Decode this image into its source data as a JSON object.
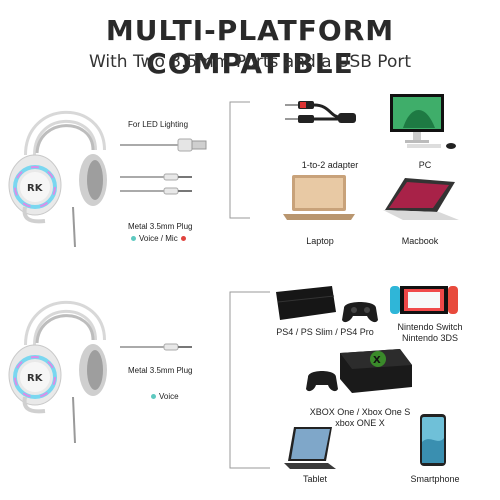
{
  "header": {
    "title": "MULTI-PLATFORM COMPATIBLE",
    "subtitle": "With Two 3.5mm Ports and a USB Port"
  },
  "top_section": {
    "led_label": "For LED Lighting",
    "plug_label": "Metal 3.5mm Plug",
    "voice_label": "Voice /",
    "mic_label": "Mic",
    "devices": [
      {
        "label": "1-to-2 adapter",
        "icon": "adapter-cable-icon"
      },
      {
        "label": "PC",
        "icon": "pc-monitor-icon"
      },
      {
        "label": "Laptop",
        "icon": "laptop-icon"
      },
      {
        "label": "Macbook",
        "icon": "macbook-icon"
      }
    ]
  },
  "bottom_section": {
    "plug_label": "Metal 3.5mm Plug",
    "voice_label": "Voice",
    "devices": [
      {
        "label": "PS4 / PS Slim / PS4 Pro",
        "icon": "ps4-console-icon"
      },
      {
        "label": "Nintendo Switch",
        "label2": "Nintendo 3DS",
        "icon": "nintendo-switch-icon"
      },
      {
        "label": "XBOX One / Xbox One S",
        "label2": "xbox ONE X",
        "icon": "xbox-console-icon"
      },
      {
        "label": "Tablet",
        "icon": "tablet-icon"
      },
      {
        "label": "Smartphone",
        "icon": "smartphone-icon"
      }
    ]
  },
  "colors": {
    "voice_dot": "#5ec9c0",
    "mic_dot": "#e0443e",
    "rgb_ring": "#7ad7f0",
    "headset_white": "#e9e9e9",
    "bracket": "#9a9a9a"
  }
}
